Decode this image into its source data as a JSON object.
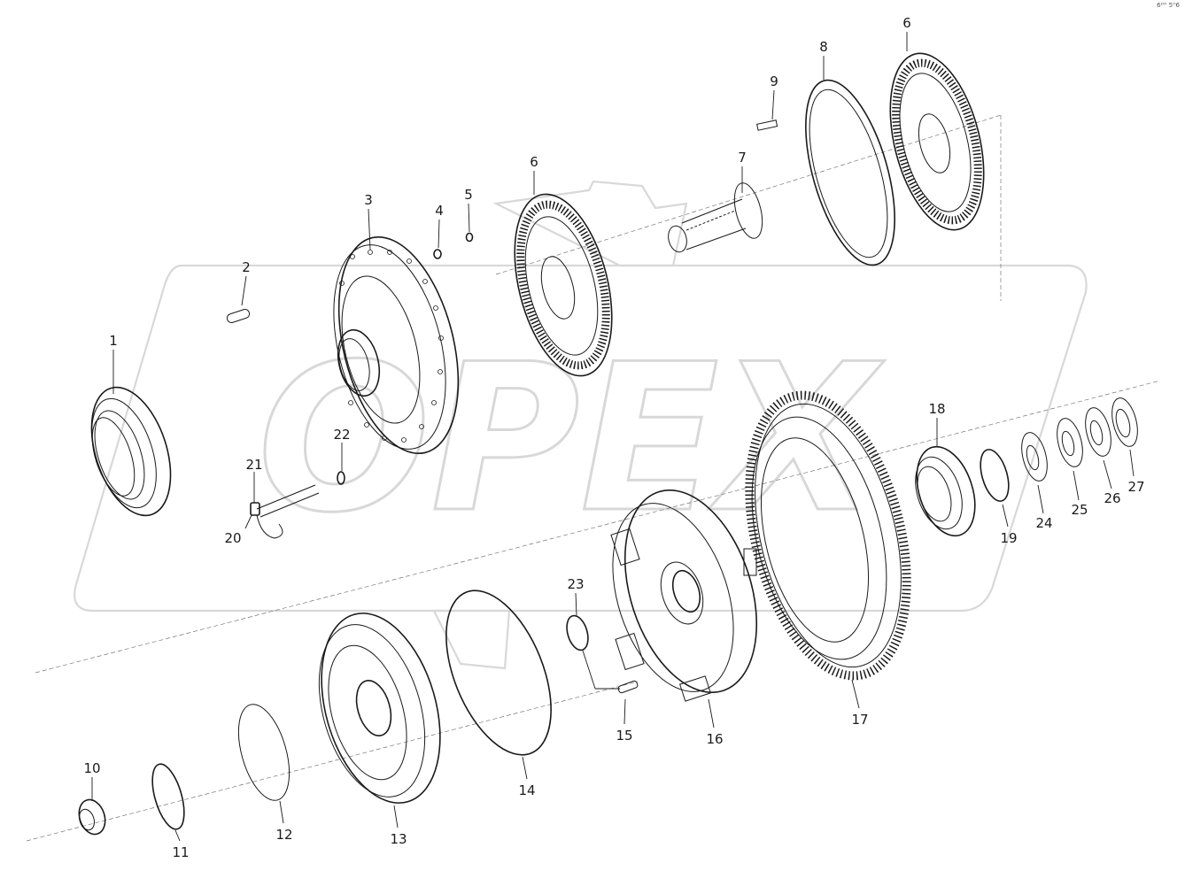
{
  "corner_text": "6ᴰᴼ 5ᴼ6",
  "colors": {
    "ink": "#1a1a1a",
    "watermark": "#d8d8d8"
  },
  "watermark": {
    "text": "OPEX"
  },
  "callouts": [
    {
      "id": "1",
      "label": "1"
    },
    {
      "id": "2",
      "label": "2"
    },
    {
      "id": "3",
      "label": "3"
    },
    {
      "id": "4",
      "label": "4"
    },
    {
      "id": "5",
      "label": "5"
    },
    {
      "id": "6a",
      "label": "6"
    },
    {
      "id": "6b",
      "label": "6"
    },
    {
      "id": "7",
      "label": "7"
    },
    {
      "id": "8",
      "label": "8"
    },
    {
      "id": "9",
      "label": "9"
    },
    {
      "id": "10",
      "label": "10"
    },
    {
      "id": "11",
      "label": "11"
    },
    {
      "id": "12",
      "label": "12"
    },
    {
      "id": "13",
      "label": "13"
    },
    {
      "id": "14",
      "label": "14"
    },
    {
      "id": "15",
      "label": "15"
    },
    {
      "id": "16",
      "label": "16"
    },
    {
      "id": "17",
      "label": "17"
    },
    {
      "id": "18",
      "label": "18"
    },
    {
      "id": "19",
      "label": "19"
    },
    {
      "id": "20",
      "label": "20"
    },
    {
      "id": "21",
      "label": "21"
    },
    {
      "id": "22",
      "label": "22"
    },
    {
      "id": "23",
      "label": "23"
    },
    {
      "id": "24",
      "label": "24"
    },
    {
      "id": "25",
      "label": "25"
    },
    {
      "id": "26",
      "label": "26"
    },
    {
      "id": "27",
      "label": "27"
    }
  ]
}
